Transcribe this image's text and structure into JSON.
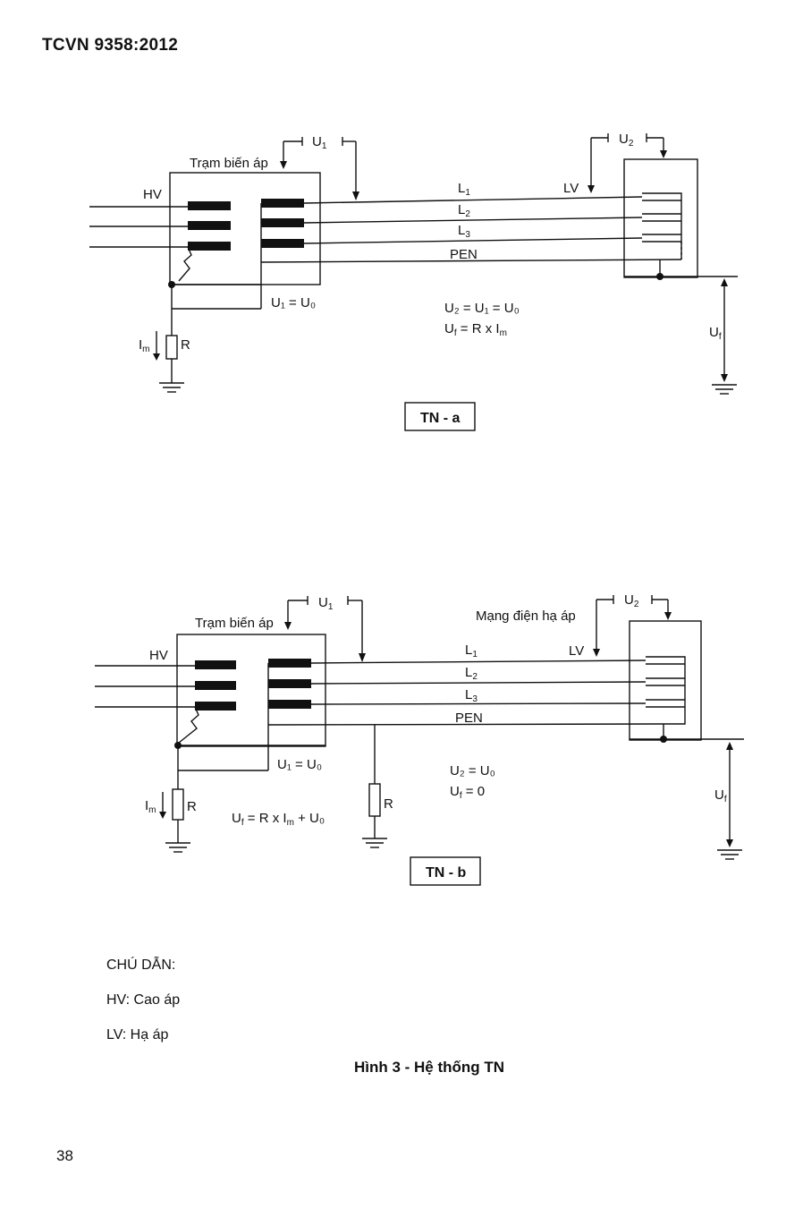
{
  "header": {
    "standard": "TCVN 9358:2012"
  },
  "diagram_a": {
    "substation": "Trạm biến áp",
    "hv": "HV",
    "lv": "LV",
    "u1": "U",
    "u1_sub": "1",
    "u2": "U",
    "u2_sub": "2",
    "l1": "L",
    "l1_sub": "1",
    "l2": "L",
    "l2_sub": "2",
    "l3": "L",
    "l3_sub": "3",
    "pen": "PEN",
    "u1_eq_u0": "U₁ = U₀",
    "eq1": "U₂ = U₁ = U₀",
    "eq2": "U = R x I",
    "im": "I",
    "im_sub": "m",
    "r": "R",
    "uf": "U",
    "uf_sub": "f",
    "label": "TN - a"
  },
  "diagram_b": {
    "substation": "Trạm biến áp",
    "network": "Mạng điện hạ áp",
    "hv": "HV",
    "lv": "LV",
    "u1": "U",
    "u1_sub": "1",
    "u2": "U",
    "u2_sub": "2",
    "l1": "L",
    "l1_sub": "1",
    "l2": "L",
    "l2_sub": "2",
    "l3": "L",
    "l3_sub": "3",
    "pen": "PEN",
    "u1_eq_u0": "U₁ = U₀",
    "eq1": "U₂ = U₀",
    "eq2": "U = 0",
    "eq3": "U = R x I + U₀",
    "im": "I",
    "im_sub": "m",
    "r1": "R",
    "r2": "R",
    "uf": "U",
    "uf_sub": "f",
    "label": "TN - b"
  },
  "legend": {
    "title": "CHÚ DẪN:",
    "hv": "HV: Cao áp",
    "lv": "LV: Hạ áp"
  },
  "caption": "Hình 3 - Hệ thống TN",
  "page_number": "38"
}
